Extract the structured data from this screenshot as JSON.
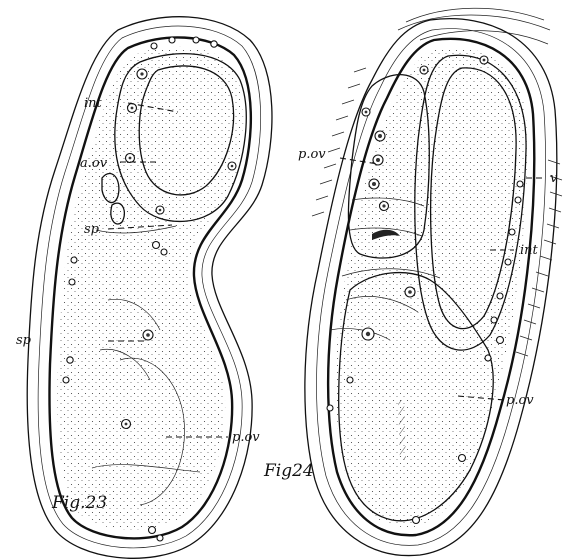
{
  "figures": [
    {
      "id": "fig23",
      "caption": "Fig.23",
      "labels": [
        "int",
        "a.ov",
        "sp",
        "sp",
        "p.ov"
      ]
    },
    {
      "id": "fig24",
      "caption": "Fig24",
      "labels": [
        "p.ov",
        "v",
        "int",
        "p.ov"
      ]
    }
  ]
}
